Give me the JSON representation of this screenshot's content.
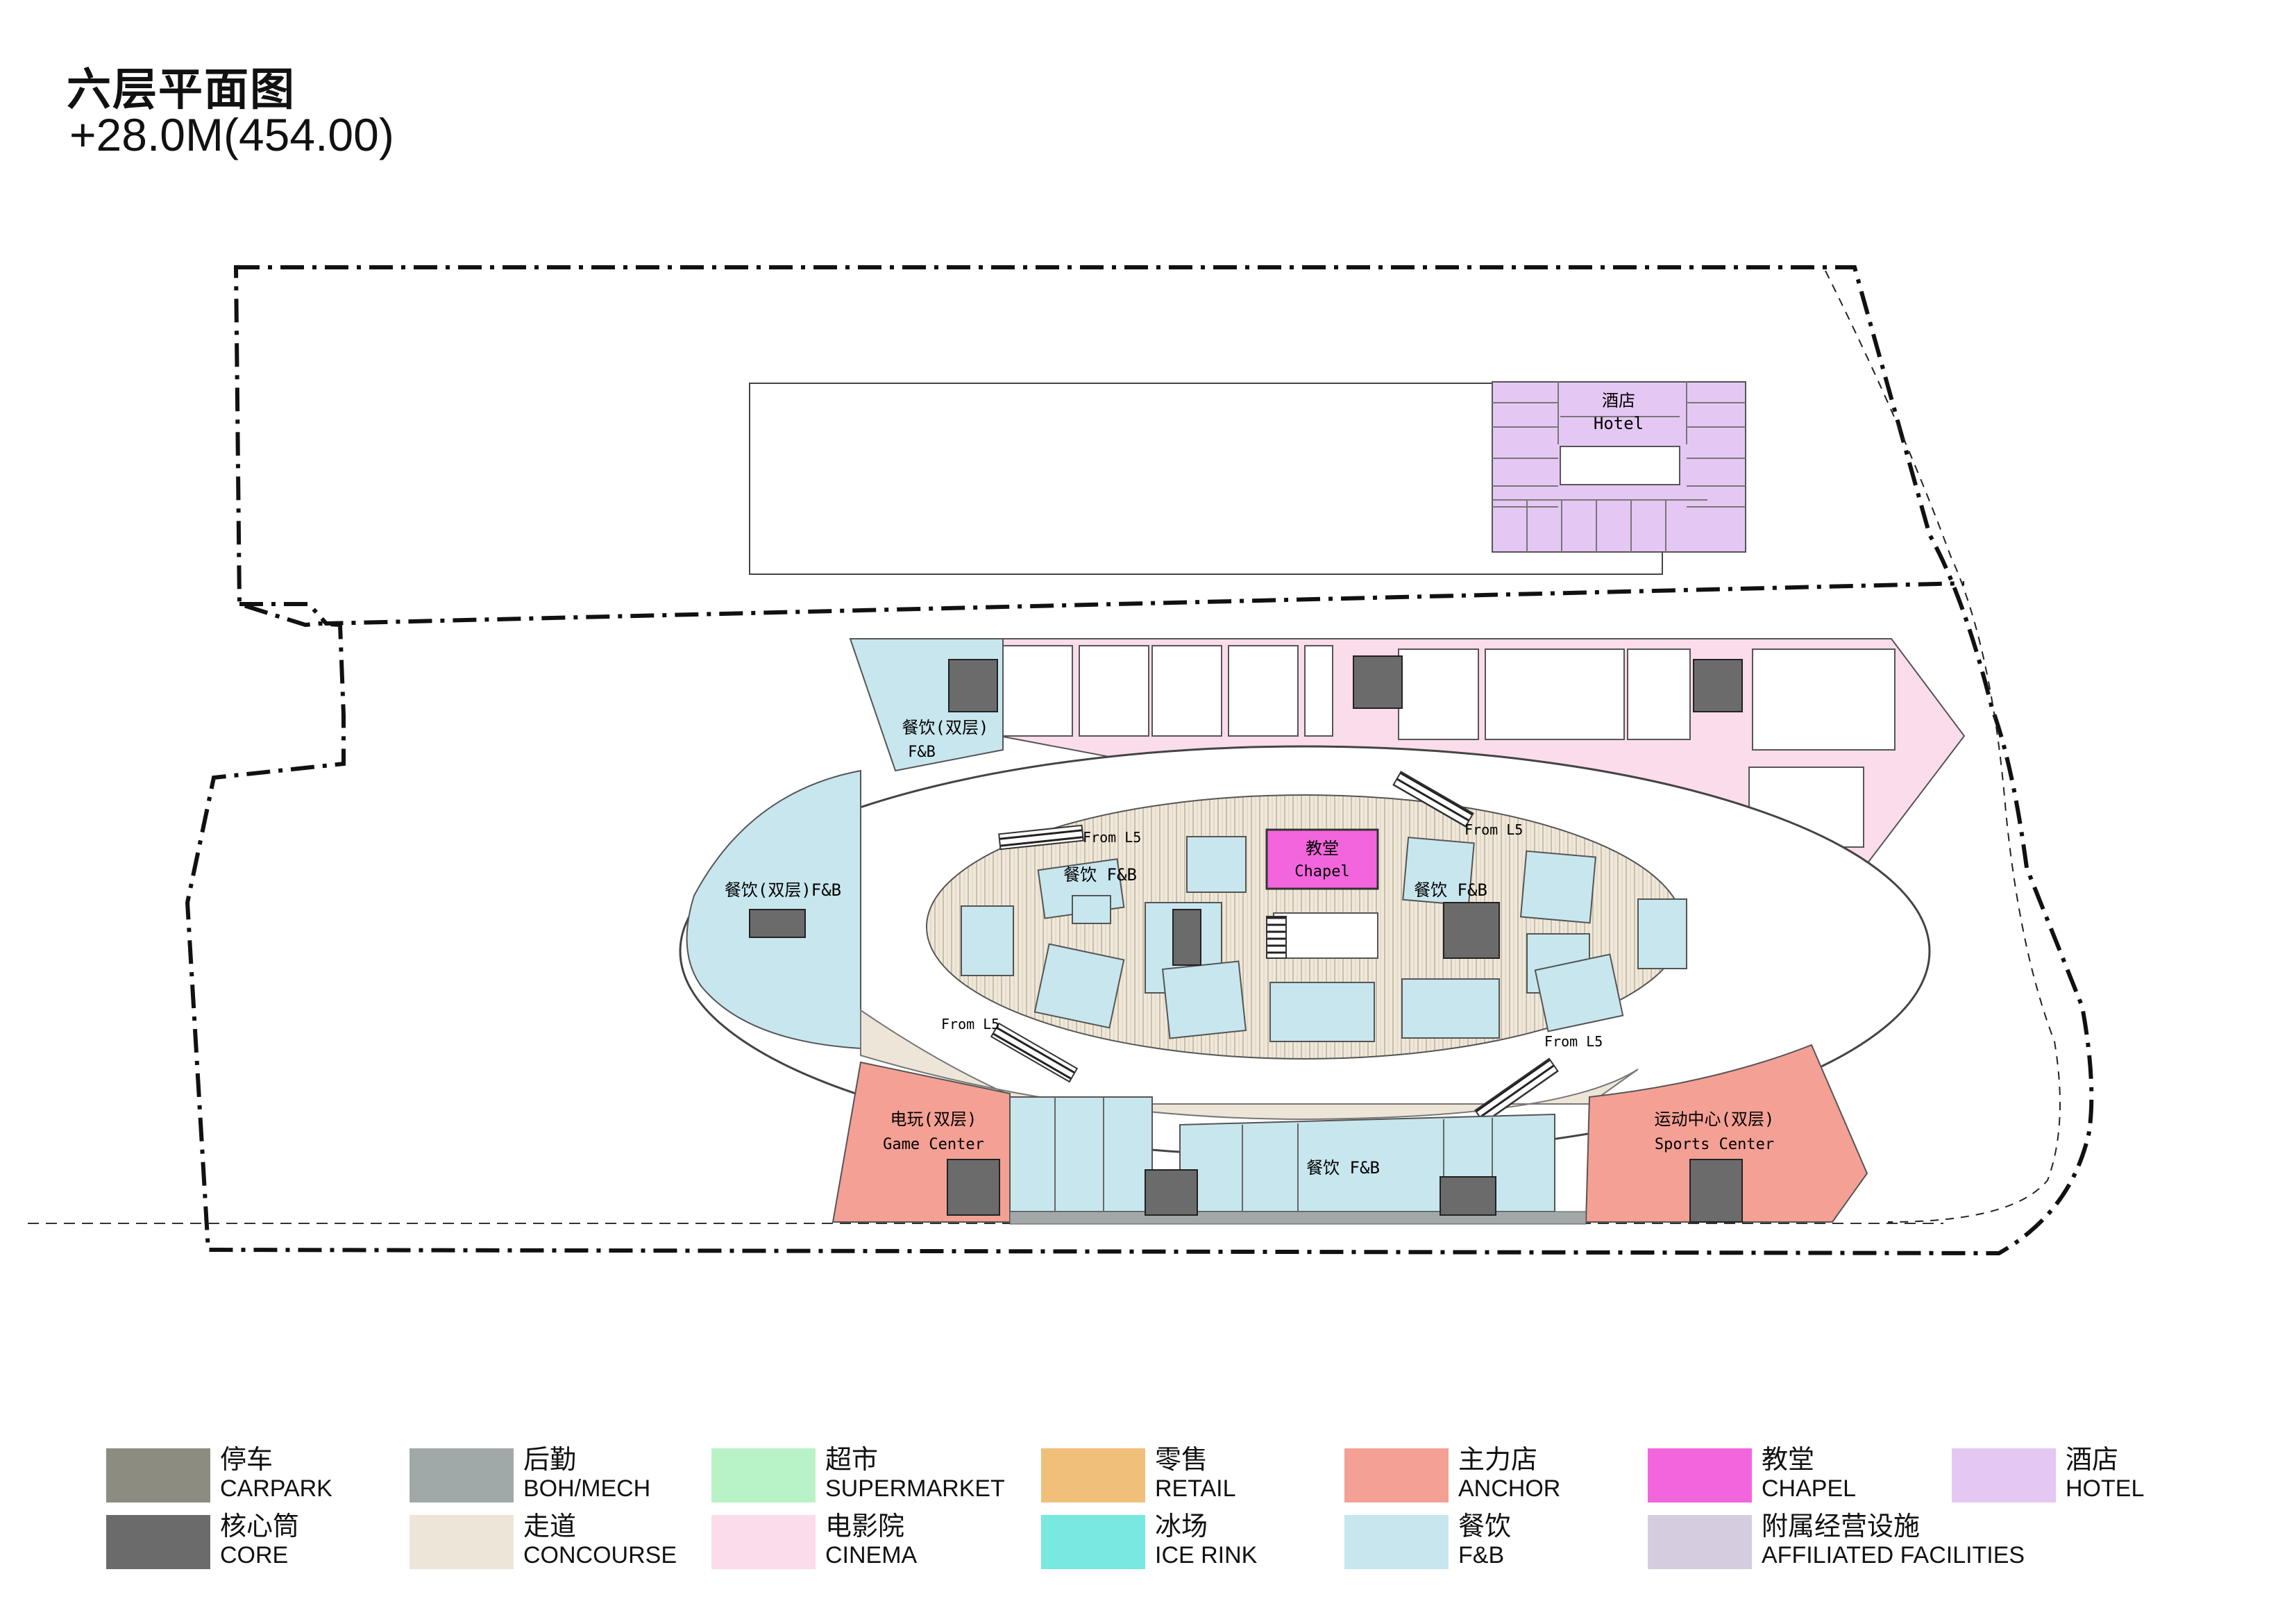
{
  "header": {
    "title": "六层平面图",
    "subtitle": "+28.0M(454.00)"
  },
  "colors": {
    "carpark": "#8c8c80",
    "boh": "#a1a8a8",
    "supermarket": "#b8f3c8",
    "retail": "#f0c07a",
    "anchor": "#f4a095",
    "chapel": "#f365dc",
    "hotel": "#e4c8f3",
    "core": "#6b6b6b",
    "concourse": "#ede6d8",
    "cinema": "#fbdcea",
    "icerink": "#78e8e0",
    "fb": "#c8e6ee",
    "affiliated": "#d6cce0"
  },
  "plan_labels": {
    "hotel_cn": "酒店",
    "hotel_en": "Hotel",
    "fb_double": "餐饮(双层)",
    "fb_en": "F&B",
    "fb_double_fb": "餐饮(双层)F&B",
    "fb_fb": "餐饮 F&B",
    "fb_fb_bottom": "餐饮 F&B",
    "chapel_cn": "教堂",
    "chapel_en": "Chapel",
    "game_cn": "电玩(双层)",
    "game_en": "Game Center",
    "sports_cn": "运动中心(双层)",
    "sports_en": "Sports Center",
    "from_l5": "From L5"
  },
  "legend": [
    {
      "cn": "停车",
      "en": "CARPARK",
      "color": "#8c8c80"
    },
    {
      "cn": "后勤",
      "en": "BOH/MECH",
      "color": "#a1a8a8"
    },
    {
      "cn": "超市",
      "en": "SUPERMARKET",
      "color": "#b8f3c8"
    },
    {
      "cn": "零售",
      "en": "RETAIL",
      "color": "#f0c07a"
    },
    {
      "cn": "主力店",
      "en": "ANCHOR",
      "color": "#f4a095"
    },
    {
      "cn": "教堂",
      "en": "CHAPEL",
      "color": "#f365dc"
    },
    {
      "cn": "酒店",
      "en": "HOTEL",
      "color": "#e4c8f3"
    },
    {
      "cn": "核心筒",
      "en": "CORE",
      "color": "#6b6b6b"
    },
    {
      "cn": "走道",
      "en": "CONCOURSE",
      "color": "#ede6d8"
    },
    {
      "cn": "电影院",
      "en": "CINEMA",
      "color": "#fbdcea"
    },
    {
      "cn": "冰场",
      "en": "ICE RINK",
      "color": "#78e8e0"
    },
    {
      "cn": "餐饮",
      "en": "F&B",
      "color": "#c8e6ee"
    },
    {
      "cn": "附属经营设施",
      "en": "AFFILIATED FACILITIES",
      "color": "#d6cce0"
    }
  ]
}
